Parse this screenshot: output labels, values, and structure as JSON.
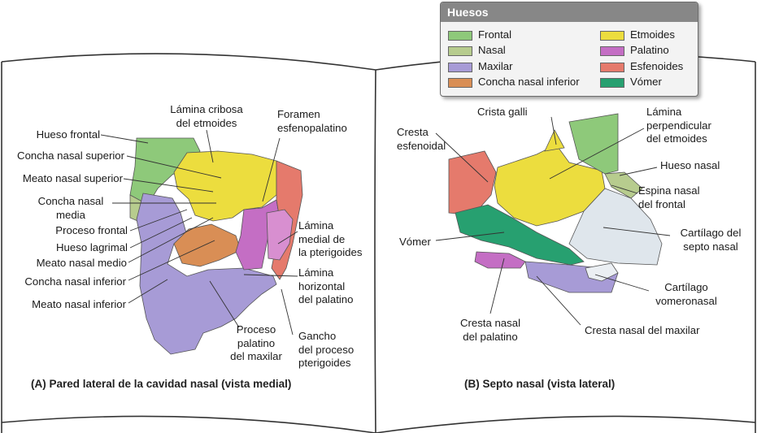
{
  "legend": {
    "title": "Huesos",
    "items": [
      {
        "label": "Frontal",
        "color": "#8ec97a"
      },
      {
        "label": "Nasal",
        "color": "#b7cc8e"
      },
      {
        "label": "Maxilar",
        "color": "#a79bd6"
      },
      {
        "label": "Concha nasal inferior",
        "color": "#d98e55"
      },
      {
        "label": "Etmoides",
        "color": "#ecdd3e"
      },
      {
        "label": "Palatino",
        "color": "#c46ec4"
      },
      {
        "label": "Esfenoides",
        "color": "#e57a6c"
      },
      {
        "label": "Vómer",
        "color": "#27a070"
      }
    ]
  },
  "panel_a": {
    "caption": "(A) Pared lateral de la cavidad nasal (vista medial)",
    "labels": {
      "hueso_frontal": "Hueso frontal",
      "concha_superior": "Concha nasal superior",
      "meato_superior": "Meato nasal superior",
      "concha_media_1": "Concha nasal",
      "concha_media_2": "media",
      "proceso_frontal": "Proceso frontal",
      "hueso_lagrimal": "Hueso lagrimal",
      "meato_medio": "Meato nasal medio",
      "concha_inferior": "Concha nasal inferior",
      "meato_inferior": "Meato nasal inferior",
      "lamina_cribosa_1": "Lámina cribosa",
      "lamina_cribosa_2": "del etmoides",
      "foramen_1": "Foramen",
      "foramen_2": "esfenopalatino",
      "lamina_medial_1": "Lámina",
      "lamina_medial_2": "medial de",
      "lamina_medial_3": "la pterigoides",
      "lamina_horizontal_1": "Lámina",
      "lamina_horizontal_2": "horizontal",
      "lamina_horizontal_3": "del palatino",
      "proceso_palatino_1": "Proceso",
      "proceso_palatino_2": "palatino",
      "proceso_palatino_3": "del maxilar",
      "gancho_1": "Gancho",
      "gancho_2": "del proceso",
      "gancho_3": "pterigoides"
    }
  },
  "panel_b": {
    "caption": "(B) Septo nasal (vista lateral)",
    "labels": {
      "crista_galli": "Crista galli",
      "cresta_esfenoidal_1": "Cresta",
      "cresta_esfenoidal_2": "esfenoidal",
      "lamina_perpendicular_1": "Lámina",
      "lamina_perpendicular_2": "perpendicular",
      "lamina_perpendicular_3": "del etmoides",
      "hueso_nasal": "Hueso nasal",
      "espina_nasal_1": "Espina nasal",
      "espina_nasal_2": "del frontal",
      "cartilago_septo_1": "Cartílago del",
      "cartilago_septo_2": "septo nasal",
      "vomer": "Vómer",
      "cartilago_vomeronasal_1": "Cartílago",
      "cartilago_vomeronasal_2": "vomeronasal",
      "cresta_palatino_1": "Cresta nasal",
      "cresta_palatino_2": "del palatino",
      "cresta_maxilar": "Cresta nasal del maxilar"
    }
  }
}
